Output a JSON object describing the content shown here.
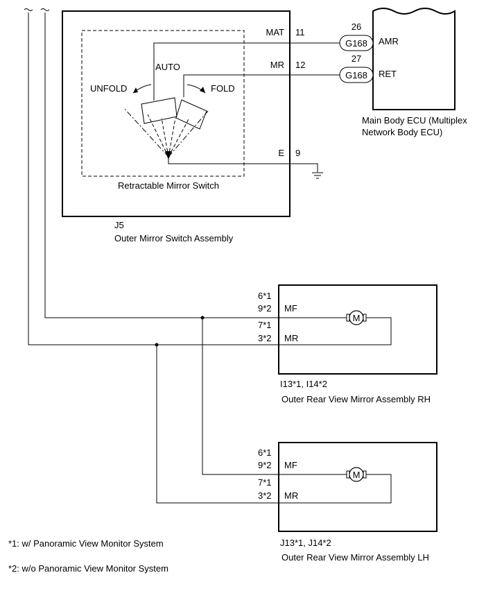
{
  "switch_assembly": {
    "connector": "J5",
    "name": "Outer Mirror Switch Assembly",
    "inner_switch_name": "Retractable Mirror Switch",
    "positions": {
      "auto": "AUTO",
      "unfold": "UNFOLD",
      "fold": "FOLD"
    },
    "pins": [
      {
        "signal": "MAT",
        "number": "11"
      },
      {
        "signal": "MR",
        "number": "12"
      },
      {
        "signal": "E",
        "number": "9"
      }
    ]
  },
  "ecu": {
    "name_line1": "Main Body ECU (Multiplex",
    "name_line2": "Network Body ECU)",
    "connections": [
      {
        "pin": "26",
        "connector": "G168",
        "signal": "AMR"
      },
      {
        "pin": "27",
        "connector": "G168",
        "signal": "RET"
      }
    ]
  },
  "mirror_rh": {
    "connector": "I13*1, I14*2",
    "name": "Outer Rear View Mirror Assembly RH",
    "motor": "M",
    "pins": [
      {
        "line1": "6*1",
        "line2": "9*2",
        "signal": "MF"
      },
      {
        "line1": "7*1",
        "line2": "3*2",
        "signal": "MR"
      }
    ]
  },
  "mirror_lh": {
    "connector": "J13*1, J14*2",
    "name": "Outer Rear View Mirror Assembly LH",
    "motor": "M",
    "pins": [
      {
        "line1": "6*1",
        "line2": "9*2",
        "signal": "MF"
      },
      {
        "line1": "7*1",
        "line2": "3*2",
        "signal": "MR"
      }
    ]
  },
  "notes": [
    "*1: w/ Panoramic View Monitor System",
    "*2: w/o Panoramic View Monitor System"
  ]
}
